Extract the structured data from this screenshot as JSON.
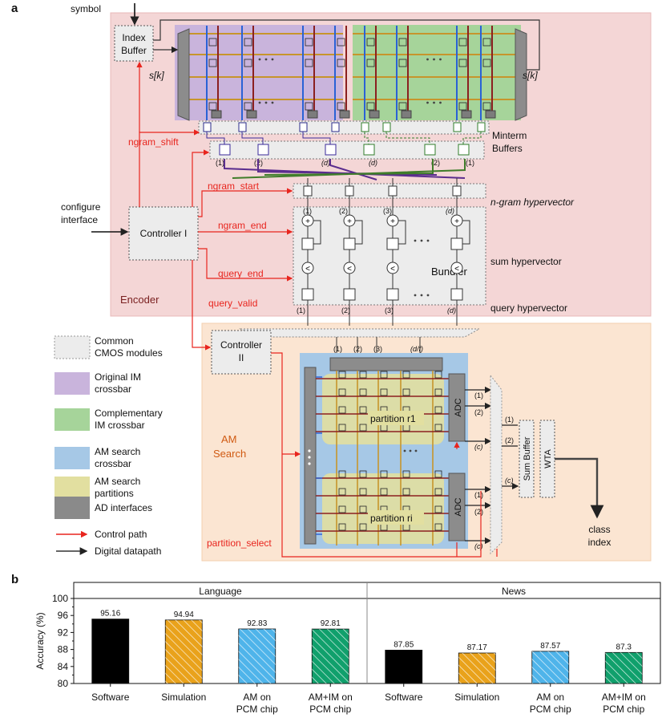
{
  "panel_a": {
    "label": "a",
    "symbol": "symbol",
    "index_buffer": [
      "Index",
      "Buffer"
    ],
    "sk_left": "s[k]",
    "sk_right": "s[k]",
    "minterm_buffers": [
      "Minterm",
      "Buffers"
    ],
    "ngram_shift": "ngram_shift",
    "ngram_start": "ngram_start",
    "ngram_end": "ngram_end",
    "query_end": "query_end",
    "query_valid": "query_valid",
    "configure_interface": [
      "configure",
      "interface"
    ],
    "controller_1": "Controller I",
    "controller_2": [
      "Controller",
      "II"
    ],
    "encoder": "Encoder",
    "ngram_hypervector": "n-gram hypervector",
    "sum_hypervector": "sum hypervector",
    "query_hypervector": "query hypervector",
    "bundler": "Bundler",
    "am_search": [
      "AM",
      "Search"
    ],
    "partition_r1": "partition r1",
    "partition_ri": "partition ri",
    "adc": "ADC",
    "sum_buffer": "Sum Buffer",
    "wta": "WTA",
    "class_index": [
      "class",
      "index"
    ],
    "partition_select": "partition_select",
    "idx": {
      "one": "(1)",
      "two": "(2)",
      "three": "(3)",
      "d": "(d)",
      "c": "(c)",
      "df": "(d/f)"
    },
    "legend": [
      {
        "label": [
          "Common",
          "CMOS modules"
        ],
        "color": "#ececec"
      },
      {
        "label": [
          "Original IM",
          "crossbar"
        ],
        "color": "#c9b4dc"
      },
      {
        "label": [
          "Complementary",
          "IM crossbar"
        ],
        "color": "#a6d49a"
      },
      {
        "label": [
          "AM search",
          "crossbar"
        ],
        "color": "#a6c8e6"
      },
      {
        "label": [
          "AM search",
          "partitions"
        ],
        "color": "#e2dfa0"
      },
      {
        "label": [
          "AD interfaces"
        ],
        "color": "#8a8a8a"
      },
      {
        "label": [
          "Control path"
        ],
        "color": "#e8251e"
      },
      {
        "label": [
          "Digital datapath"
        ],
        "color": "#333333"
      }
    ]
  },
  "panel_b": {
    "label": "b",
    "chart_data": {
      "type": "bar",
      "ylabel": "Accuracy (%)",
      "ylim": [
        80,
        100
      ],
      "yticks": [
        80,
        84,
        88,
        92,
        96,
        100
      ],
      "groups": [
        {
          "name": "Language",
          "categories": [
            "Software",
            "Simulation",
            "AM on PCM chip",
            "AM+IM on PCM chip"
          ],
          "values": [
            95.16,
            94.94,
            92.83,
            92.81
          ],
          "labels": [
            "95.16",
            "94.94",
            "92.83",
            "92.81"
          ]
        },
        {
          "name": "News",
          "categories": [
            "Software",
            "Simulation",
            "AM on PCM chip",
            "AM+IM on PCM chip"
          ],
          "values": [
            87.85,
            87.17,
            87.57,
            87.3
          ],
          "labels": [
            "87.85",
            "87.17",
            "87.57",
            "87.3"
          ]
        }
      ],
      "bar_colors": [
        "#000000",
        "#e9a21b",
        "#4fb4ea",
        "#10a06c"
      ],
      "xtick_lines": [
        [
          "Software"
        ],
        [
          "Simulation"
        ],
        [
          "AM on",
          "PCM chip"
        ],
        [
          "AM+IM on",
          "PCM chip"
        ]
      ]
    }
  }
}
